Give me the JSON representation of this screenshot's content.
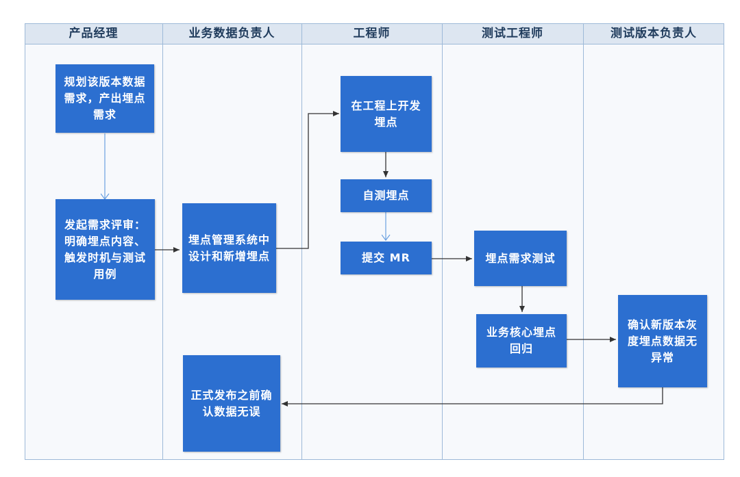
{
  "lanes": [
    {
      "title": "产品经理"
    },
    {
      "title": "业务数据负责人"
    },
    {
      "title": "工程师"
    },
    {
      "title": "测试工程师"
    },
    {
      "title": "测试版本负责人"
    }
  ],
  "nodes": {
    "plan": "规划该版本数据需求，产出埋点需求",
    "review": "发起需求评审：明确埋点内容、触发时机与测试用例",
    "design": "埋点管理系统中设计和新增埋点",
    "develop": "在工程上开发埋点",
    "selftest": "自测埋点",
    "submit": "提交 MR",
    "qa": "埋点需求测试",
    "regression": "业务核心埋点回归",
    "confirm_gray": "确认新版本灰度埋点数据无异常",
    "confirm_release": "正式发布之前确认数据无误"
  },
  "colors": {
    "box": "#2c6fd0",
    "header": "#dde6f1",
    "lane_border": "#9db9d8",
    "connector_dark": "#333333",
    "connector_light": "#6aa0e0"
  }
}
